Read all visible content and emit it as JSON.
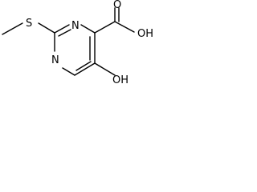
{
  "molecule": {
    "atoms": {
      "sulfur": "S",
      "nitrogen_top": "N",
      "nitrogen_bottom": "N",
      "carbonyl_oxygen": "O",
      "acid_hydroxyl": "OH",
      "ring_hydroxyl": "OH"
    }
  }
}
